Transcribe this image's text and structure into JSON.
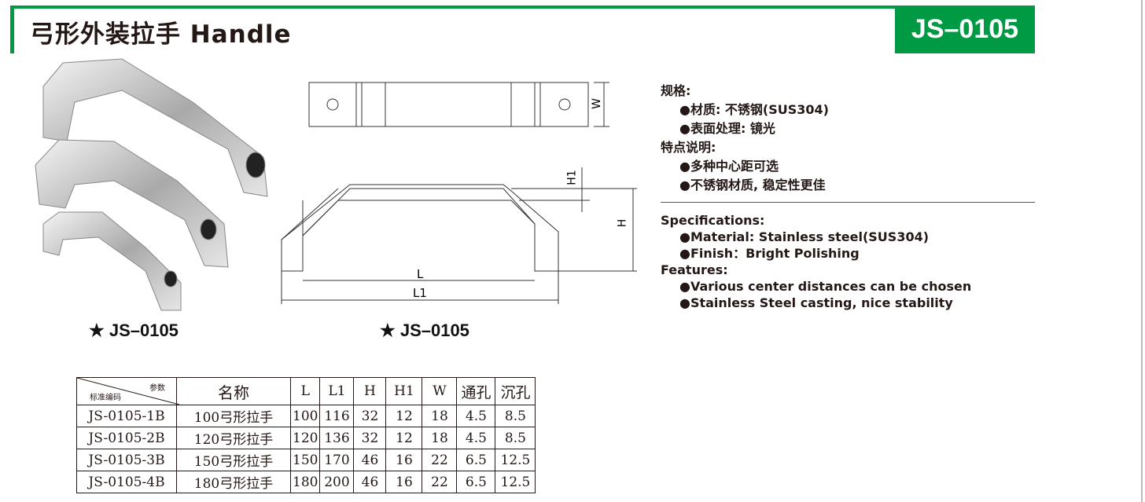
{
  "header": {
    "title": "弓形外装拉手 Handle",
    "code": "JS–0105",
    "accent": "#009a44"
  },
  "captions": {
    "photo": "★  JS–0105",
    "drawing": "★  JS–0105"
  },
  "drawing_labels": {
    "W": "W",
    "H1": "H1",
    "H": "H",
    "L": "L",
    "L1": "L1"
  },
  "specs_cn": {
    "h1": "规格:",
    "l1": "●材质: 不锈钢(SUS304)",
    "l2": "●表面处理: 镜光",
    "h2": "特点说明:",
    "l3": "●多种中心距可选",
    "l4": "●不锈钢材质, 稳定性更佳"
  },
  "specs_en": {
    "h1": "Specifications:",
    "l1": "●Material: Stainless steel(SUS304)",
    "l2": "●Finish：Bright Polishing",
    "h2": "Features:",
    "l3": "●Various center distances can be chosen",
    "l4": "●Stainless Steel casting, nice stability"
  },
  "table": {
    "corner_param": "参数",
    "corner_code": "标准编码",
    "headers": [
      "名称",
      "L",
      "L1",
      "H",
      "H1",
      "W",
      "通孔",
      "沉孔"
    ],
    "rows": [
      [
        "JS-0105-1B",
        "100弓形拉手",
        "100",
        "116",
        "32",
        "12",
        "18",
        "4.5",
        "8.5"
      ],
      [
        "JS-0105-2B",
        "120弓形拉手",
        "120",
        "136",
        "32",
        "12",
        "18",
        "4.5",
        "8.5"
      ],
      [
        "JS-0105-3B",
        "150弓形拉手",
        "150",
        "170",
        "46",
        "16",
        "22",
        "6.5",
        "12.5"
      ],
      [
        "JS-0105-4B",
        "180弓形拉手",
        "180",
        "200",
        "46",
        "16",
        "22",
        "6.5",
        "12.5"
      ]
    ]
  }
}
